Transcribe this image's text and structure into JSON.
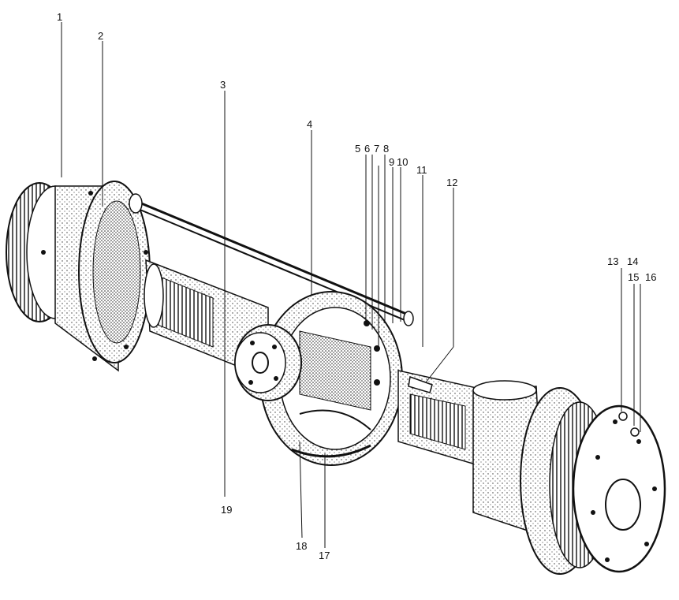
{
  "callouts": [
    {
      "id": "c1",
      "label": "1"
    },
    {
      "id": "c2",
      "label": "2"
    },
    {
      "id": "c3",
      "label": "3"
    },
    {
      "id": "c4",
      "label": "4"
    },
    {
      "id": "c5",
      "label": "5"
    },
    {
      "id": "c6",
      "label": "6"
    },
    {
      "id": "c7",
      "label": "7"
    },
    {
      "id": "c8",
      "label": "8"
    },
    {
      "id": "c9",
      "label": "9"
    },
    {
      "id": "c10",
      "label": "10"
    },
    {
      "id": "c11",
      "label": "11"
    },
    {
      "id": "c12",
      "label": "12"
    },
    {
      "id": "c13",
      "label": "13"
    },
    {
      "id": "c14",
      "label": "14"
    },
    {
      "id": "c15",
      "label": "15"
    },
    {
      "id": "c16",
      "label": "16"
    },
    {
      "id": "c17",
      "label": "17"
    },
    {
      "id": "c18",
      "label": "18"
    },
    {
      "id": "c19",
      "label": "19"
    }
  ],
  "colors": {
    "ink": "#111111",
    "paper": "#ffffff",
    "shade": "#8a8a8a"
  }
}
